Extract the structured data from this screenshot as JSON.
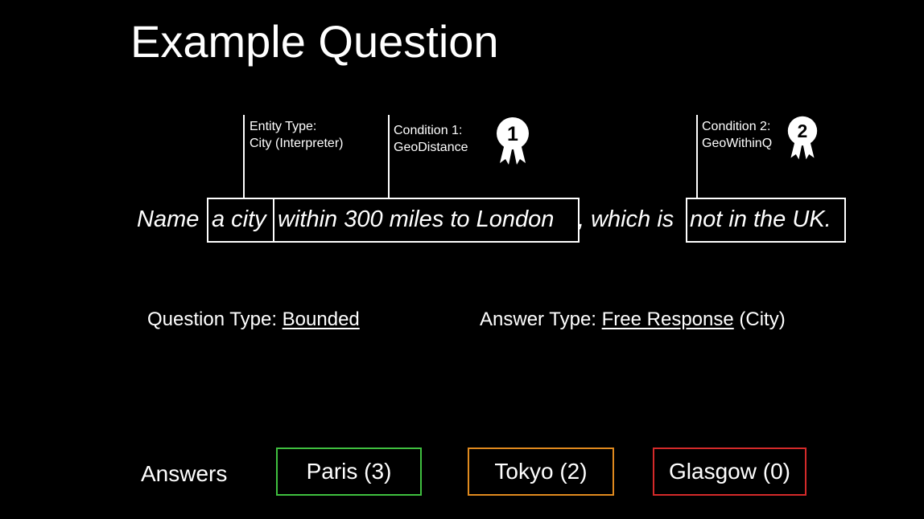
{
  "title": "Example Question",
  "annotations": {
    "entity_type_line1": "Entity Type:",
    "entity_type_line2": "City (Interpreter)",
    "condition1_line1": "Condition 1:",
    "condition1_line2": "GeoDistance",
    "condition2_line1": "Condition 2:",
    "condition2_line2": "GeoWithinQ"
  },
  "badges": {
    "badge1_number": "1",
    "badge2_number": "2"
  },
  "sentence": {
    "w_name": "Name",
    "w_city": "a city",
    "w_within": "within 300 miles to London",
    "w_which": ", which is",
    "w_notuk": "not in the UK."
  },
  "question_type": {
    "label": "Question Type: ",
    "value": "Bounded"
  },
  "answer_type": {
    "label": "Answer Type: ",
    "value": "Free Response",
    "suffix": " (City)"
  },
  "answers": {
    "label": "Answers",
    "items": [
      {
        "text": "Paris (3)",
        "color": "#3fbf3f"
      },
      {
        "text": "Tokyo (2)",
        "color": "#e08a1e"
      },
      {
        "text": "Glasgow (0)",
        "color": "#d42a2a"
      }
    ]
  }
}
